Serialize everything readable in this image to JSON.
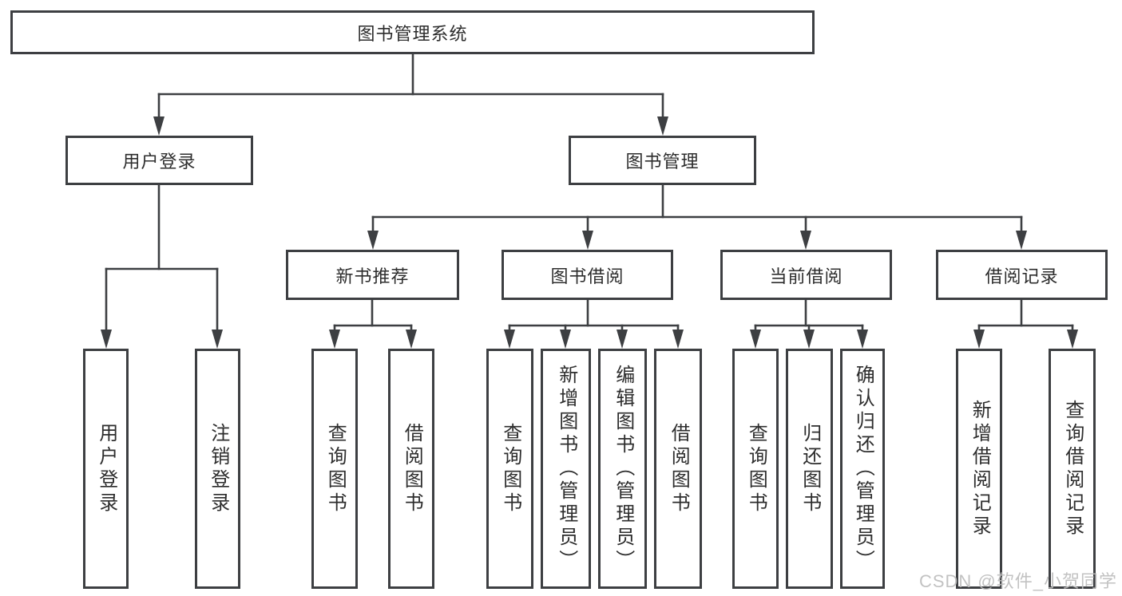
{
  "tree": {
    "root": "图书管理系统",
    "level2": [
      "用户登录",
      "图书管理"
    ],
    "level3": [
      "新书推荐",
      "图书借阅",
      "当前借阅",
      "借阅记录"
    ],
    "leaves": [
      [
        "用户登录",
        "注销登录"
      ],
      [
        "查询图书",
        "借阅图书"
      ],
      [
        "查询图书",
        "新增图书（管理员）",
        "编辑图书（管理员）",
        "借阅图书"
      ],
      [
        "查询图书",
        "归还图书",
        "确认归还（管理员）"
      ],
      [
        "新增借阅记录",
        "查询借阅记录"
      ]
    ]
  },
  "watermark": "CSDN @软件_小贺同学",
  "colors": {
    "line": "#3d3f42",
    "text": "#2d2d2d",
    "watermark": "#bdbdbd",
    "background": "#ffffff"
  }
}
